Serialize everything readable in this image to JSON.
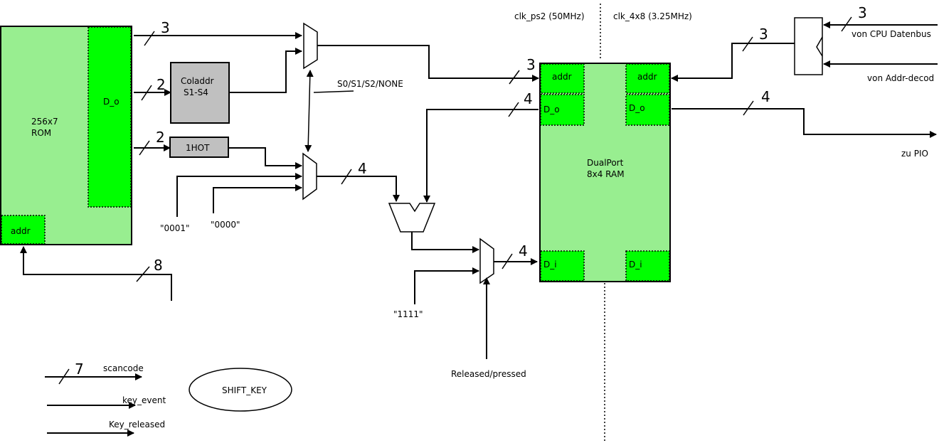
{
  "rom": {
    "title_line1": "256x7",
    "title_line2": "ROM",
    "data_port": "D_o",
    "addr_port": "addr"
  },
  "coladdr": {
    "line1": "Coladdr",
    "line2": "S1-S4"
  },
  "onehot": {
    "label": "1HOT"
  },
  "mux_select": {
    "label": "S0/S1/S2/NONE"
  },
  "constants": {
    "c0001": "\"0001\"",
    "c0000": "\"0000\"",
    "c1111": "\"1111\""
  },
  "released_pressed": "Released/pressed",
  "clocks": {
    "clk_ps2": "clk_ps2 (50MHz)",
    "clk_4x8": "clk_4x8 (3.25MHz)"
  },
  "ram": {
    "title_line1": "DualPort",
    "title_line2": "8x4 RAM",
    "left_addr": "addr",
    "right_addr": "addr",
    "left_do": "D_o",
    "right_do": "D_o",
    "left_di": "D_i",
    "right_di": "D_i"
  },
  "cpu": {
    "datenbus": "von CPU Datenbus",
    "addr_decod": "von Addr-decod"
  },
  "output": {
    "zu_pio": "zu PIO"
  },
  "bus_widths": {
    "rom_to_mux_top": "3",
    "rom_do": "2",
    "rom_1hot": "2",
    "rom_addr": "8",
    "mux_top_to_ram": "3",
    "mux_bottom_out": "4",
    "ram_do_left": "4",
    "ram_di": "4",
    "ram_do_right": "4",
    "cpu_addr": "3",
    "cpu_data": "3"
  },
  "legend": {
    "scancode": "scancode",
    "scancode_width": "7",
    "key_event": "key_event",
    "key_released": "Key_released",
    "shift_key": "SHIFT_KEY"
  }
}
